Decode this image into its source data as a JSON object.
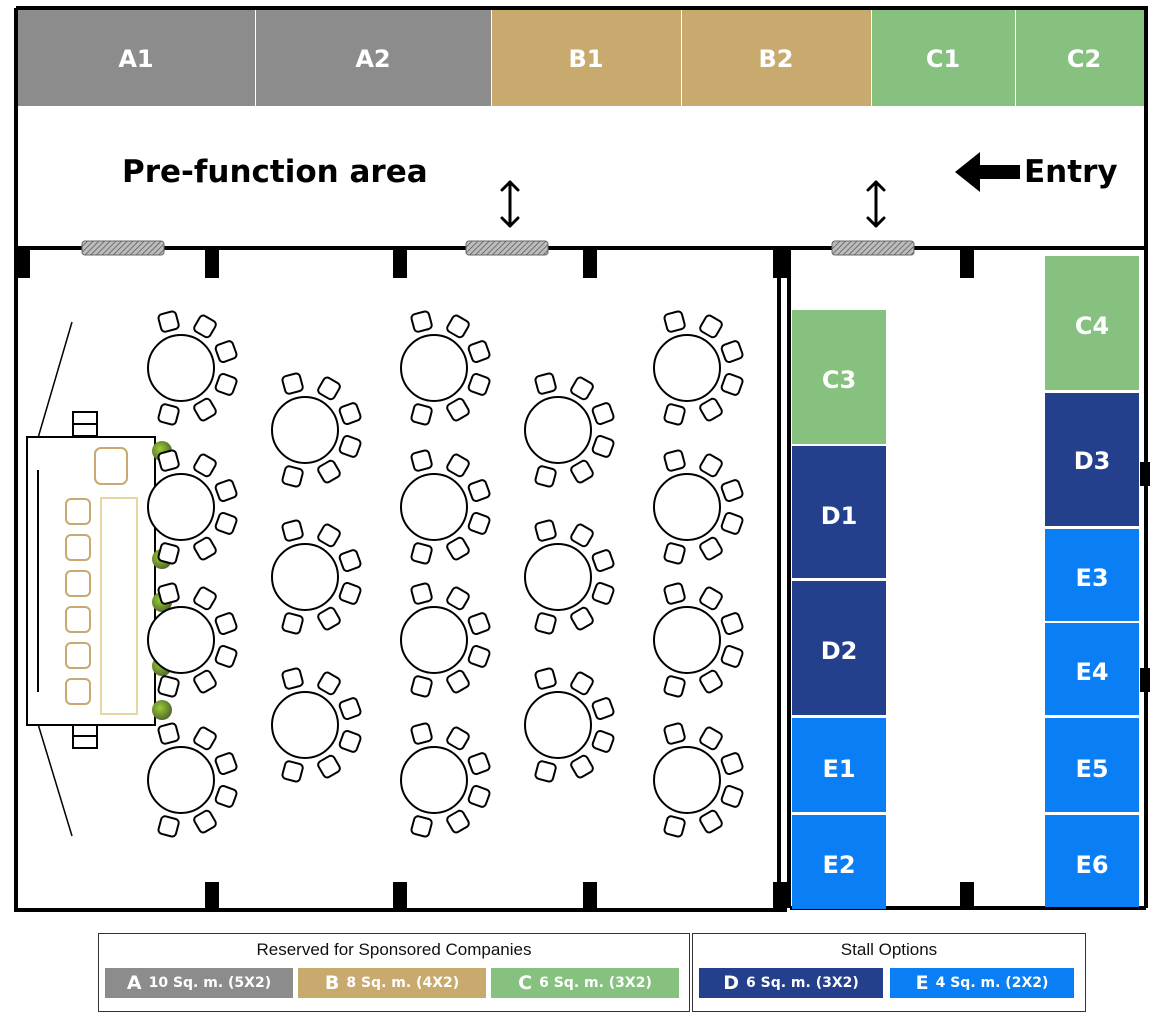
{
  "colors": {
    "A": "#8c8c8c",
    "B": "#c8a96e",
    "C": "#86c17f",
    "D": "#243f8c",
    "E": "#0a7ff5",
    "plant": "#6b8e23",
    "stage_furniture": "#c8a96e"
  },
  "labels": {
    "pre_function": "Pre-function area",
    "entry": "Entry"
  },
  "stalls": {
    "A1": "A1",
    "A2": "A2",
    "B1": "B1",
    "B2": "B2",
    "C1": "C1",
    "C2": "C2",
    "C3": "C3",
    "C4": "C4",
    "D1": "D1",
    "D2": "D2",
    "D3": "D3",
    "E1": "E1",
    "E2": "E2",
    "E3": "E3",
    "E4": "E4",
    "E5": "E5",
    "E6": "E6"
  },
  "legend": {
    "sponsored_title": "Reserved for Sponsored Companies",
    "stall_title": "Stall Options",
    "items": [
      {
        "letter": "A",
        "desc": "10 Sq. m. (5X2)"
      },
      {
        "letter": "B",
        "desc": "8 Sq. m. (4X2)"
      },
      {
        "letter": "C",
        "desc": "6 Sq. m. (3X2)"
      },
      {
        "letter": "D",
        "desc": "6 Sq. m. (3X2)"
      },
      {
        "letter": "E",
        "desc": "4 Sq. m. (2X2)"
      }
    ]
  },
  "icons": {
    "entry_arrow": "left-arrow-icon",
    "door_arrow": "up-down-arrow-icon",
    "plant": "plant-icon"
  }
}
